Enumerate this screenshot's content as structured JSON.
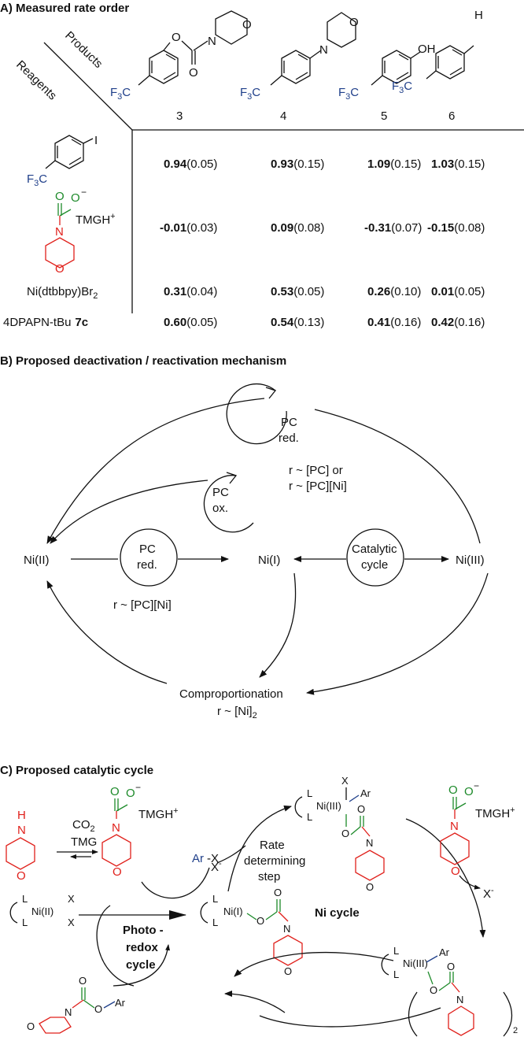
{
  "sectionA": {
    "title": "A) Measured rate order",
    "header_products": "Products",
    "header_reagents": "Reagents",
    "columns": [
      "3",
      "4",
      "5",
      "6"
    ],
    "rows": [
      {
        "name": "",
        "cells": [
          {
            "v": "0.94",
            "e": "(0.05)"
          },
          {
            "v": "0.93",
            "e": "(0.15)"
          },
          {
            "v": "1.09",
            "e": "(0.15)"
          },
          {
            "v": "1.03",
            "e": "(0.15)"
          }
        ]
      },
      {
        "name": "",
        "cells": [
          {
            "v": "-0.01",
            "e": "(0.03)"
          },
          {
            "v": "0.09",
            "e": "(0.08)"
          },
          {
            "v": "-0.31",
            "e": "(0.07)"
          },
          {
            "v": "-0.15",
            "e": "(0.08)"
          }
        ]
      },
      {
        "name": "Ni(dtbbpy)Br",
        "cells": [
          {
            "v": "0.31",
            "e": "(0.04)"
          },
          {
            "v": "0.53",
            "e": "(0.05)"
          },
          {
            "v": "0.26",
            "e": "(0.10)"
          },
          {
            "v": "0.01",
            "e": "(0.05)"
          }
        ]
      },
      {
        "name": "4DPAPN-tBu",
        "name_bold": "7c",
        "cells": [
          {
            "v": "0.60",
            "e": "(0.05)"
          },
          {
            "v": "0.54",
            "e": "(0.13)"
          },
          {
            "v": "0.41",
            "e": "(0.16)"
          },
          {
            "v": "0.42",
            "e": "(0.16)"
          }
        ]
      }
    ],
    "cf3": "F",
    "cf3_sub": "3",
    "cf3_tail": "C",
    "iodo": "I",
    "oh": "OH",
    "h": "H",
    "n": "N",
    "o": "O",
    "tmgh": "TMGH",
    "plus": "+",
    "minus": "−",
    "br_sub": "2"
  },
  "sectionB": {
    "title": "B) Proposed deactivation / reactivation mechanism",
    "pc_red": "PC",
    "red": "red.",
    "pc_ox": "PC",
    "ox": "ox.",
    "catalytic": "Catalytic",
    "cycle": "cycle",
    "ni2": "Ni(II)",
    "ni1": "Ni(I)",
    "ni3": "Ni(III)",
    "rate1": "r ~ [PC] or",
    "rate2": "r ~ [PC][Ni]",
    "rate3": "r ~ [PC][Ni]",
    "compro": "Comproportionation",
    "rate4": "r ~ [Ni]",
    "rate4_sub": "2"
  },
  "sectionC": {
    "title": "C) Proposed catalytic cycle",
    "co2": "CO",
    "co2_sub": "2",
    "tmg": "TMG",
    "tmgh": "TMGH",
    "plus": "+",
    "minus": "−",
    "nh": "H",
    "n": "N",
    "o": "O",
    "ni2_complex": "Ni(II)",
    "ni1_complex": "Ni(I)",
    "ni3_complex": "Ni(III)",
    "l": "L",
    "x": "X",
    "xminus": "X",
    "xminus_sup": "-",
    "ar": "Ar",
    "arx": "-X",
    "rds1": "Rate",
    "rds2": "determining",
    "rds3": "step",
    "photo1": "Photo -",
    "photo2": "redox",
    "photo3": "cycle",
    "ni_cycle": "Ni cycle",
    "dimer_sub": "2"
  }
}
